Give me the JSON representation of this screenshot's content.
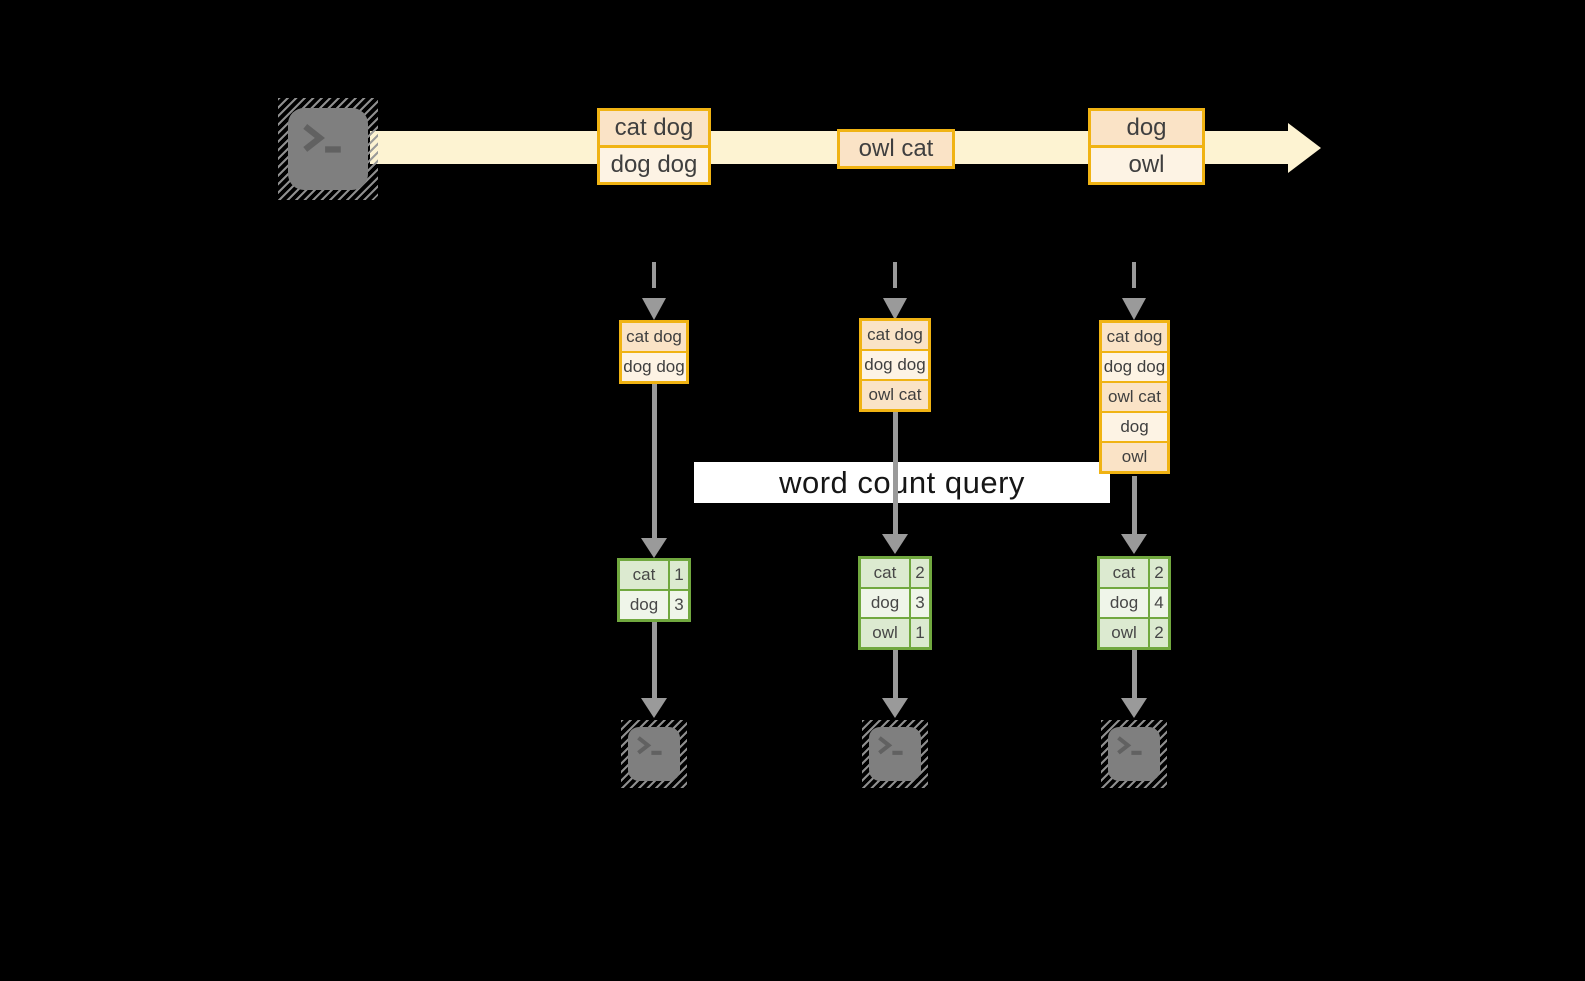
{
  "diagram": {
    "query_label": "word count query",
    "stream": {
      "source_icon": "terminal-icon",
      "arrow_icon": "right-arrow-icon",
      "batches": [
        {
          "rows": [
            {
              "text": "cat dog"
            },
            {
              "text": "dog dog"
            }
          ]
        },
        {
          "rows": [
            {
              "text": "owl cat"
            }
          ]
        },
        {
          "rows": [
            {
              "text": "dog"
            },
            {
              "text": "owl"
            }
          ]
        }
      ]
    },
    "columns": [
      {
        "buffer_rows": [
          {
            "text": "cat dog"
          },
          {
            "text": "dog dog"
          }
        ],
        "count_rows": [
          {
            "word": "cat",
            "count": "1"
          },
          {
            "word": "dog",
            "count": "3"
          }
        ],
        "sink_icon": "terminal-icon"
      },
      {
        "buffer_rows": [
          {
            "text": "cat dog"
          },
          {
            "text": "dog dog"
          },
          {
            "text": "owl cat"
          }
        ],
        "count_rows": [
          {
            "word": "cat",
            "count": "2"
          },
          {
            "word": "dog",
            "count": "3"
          },
          {
            "word": "owl",
            "count": "1"
          }
        ],
        "sink_icon": "terminal-icon"
      },
      {
        "buffer_rows": [
          {
            "text": "cat dog"
          },
          {
            "text": "dog dog"
          },
          {
            "text": "owl cat"
          },
          {
            "text": "dog"
          },
          {
            "text": "owl"
          }
        ],
        "count_rows": [
          {
            "word": "cat",
            "count": "2"
          },
          {
            "word": "dog",
            "count": "4"
          },
          {
            "word": "owl",
            "count": "2"
          }
        ],
        "sink_icon": "terminal-icon"
      }
    ],
    "colors": {
      "background": "#000000",
      "box_border_gold": "#f0b313",
      "box_fill_peach": "#fae3c6",
      "box_fill_cream": "#fdf3e4",
      "stream_band": "#fdf3d2",
      "table_border_green": "#71a83f",
      "table_fill_dark": "#dcead0",
      "table_fill_light": "#eff5e9",
      "arrow_gray": "#9a9a9a",
      "terminal_gray": "#7f7f7f",
      "label_background": "#ffffff"
    }
  }
}
